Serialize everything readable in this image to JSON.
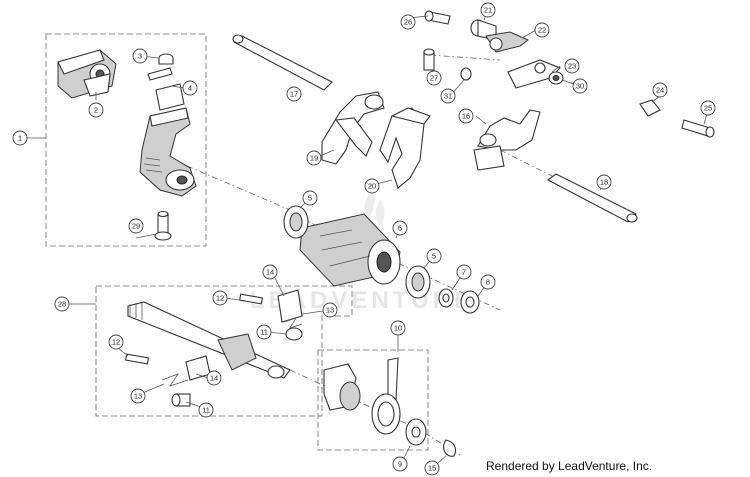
{
  "watermark": "LEADVENTURE",
  "credit": "Rendered by LeadVenture, Inc.",
  "callouts": {
    "c1": "1",
    "c2": "2",
    "c3": "3",
    "c4": "4",
    "c5a": "5",
    "c5b": "5",
    "c6": "6",
    "c7": "7",
    "c8": "8",
    "c9": "9",
    "c10": "10",
    "c11a": "11",
    "c11b": "11",
    "c12a": "12",
    "c12b": "12",
    "c13a": "13",
    "c13b": "13",
    "c14a": "14",
    "c14b": "14",
    "c15": "15",
    "c16": "16",
    "c17": "17",
    "c18": "18",
    "c19": "19",
    "c20": "20",
    "c21": "21",
    "c22": "22",
    "c23": "23",
    "c24": "24",
    "c25": "25",
    "c26": "26",
    "c27": "27",
    "c28": "28",
    "c29": "29",
    "c30": "30",
    "c31": "31"
  }
}
